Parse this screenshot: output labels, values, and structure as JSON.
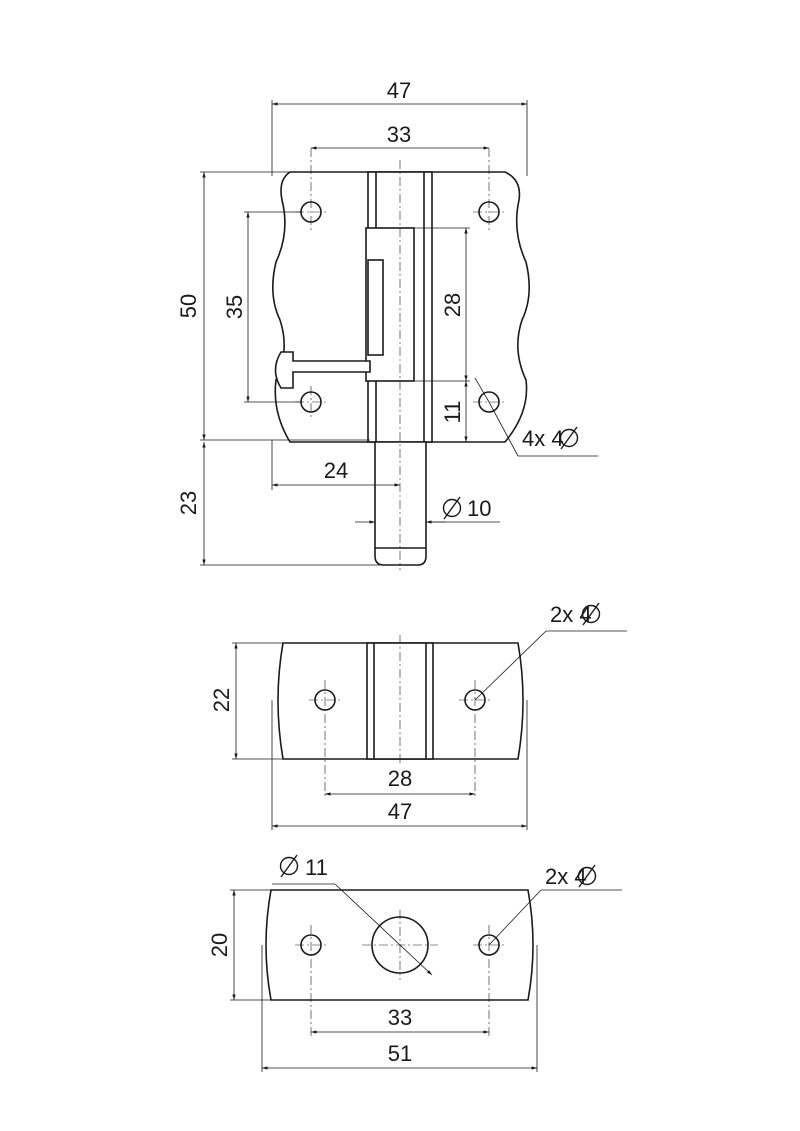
{
  "views": {
    "front": {
      "dims": {
        "width_overall": "47",
        "hole_spacing": "33",
        "height_overall": "50",
        "height_inner": "35",
        "bolt_extent": "28",
        "bolt_offset": "11",
        "knob_offset": "24",
        "bolt_protrusion": "23",
        "bolt_diameter": "10",
        "holes": "4x 4"
      }
    },
    "top": {
      "dims": {
        "height": "22",
        "hole_spacing": "28",
        "width": "47",
        "holes": "2x 4"
      }
    },
    "bottom": {
      "dims": {
        "height": "20",
        "hole_spacing": "33",
        "width": "51",
        "center_hole": "11",
        "holes": "2x 4"
      }
    }
  }
}
